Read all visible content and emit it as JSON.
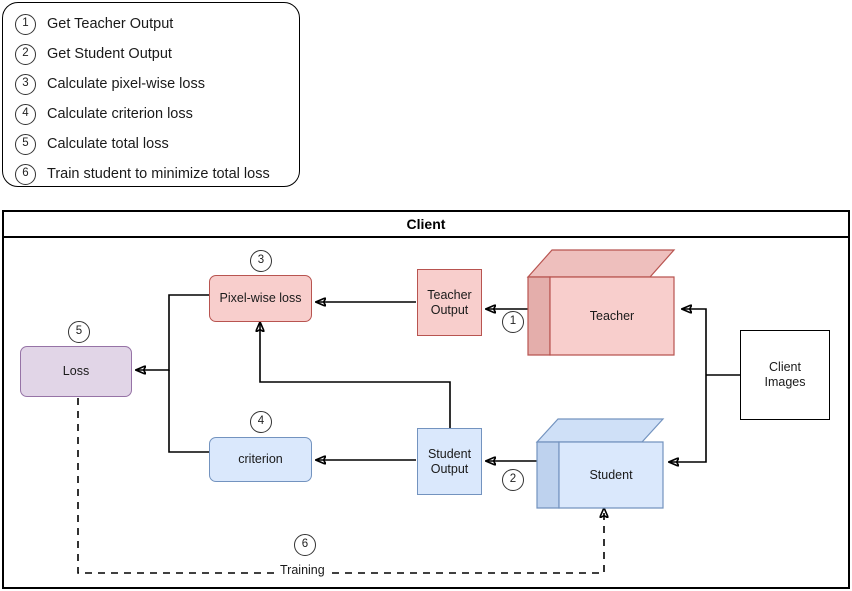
{
  "legend": {
    "items": [
      {
        "num": "1",
        "label": "Get Teacher Output"
      },
      {
        "num": "2",
        "label": "Get Student Output"
      },
      {
        "num": "3",
        "label": "Calculate pixel-wise loss"
      },
      {
        "num": "4",
        "label": "Calculate criterion loss"
      },
      {
        "num": "5",
        "label": "Calculate total loss"
      },
      {
        "num": "6",
        "label": "Train student to minimize total loss"
      }
    ]
  },
  "client": {
    "title": "Client"
  },
  "nodes": {
    "pixel_wise_loss": "Pixel-wise loss",
    "loss": "Loss",
    "criterion": "criterion",
    "teacher_output": "Teacher\nOutput",
    "teacher_output_line1": "Teacher",
    "teacher_output_line2": "Output",
    "student_output_line1": "Student",
    "student_output_line2": "Output",
    "teacher": "Teacher",
    "student": "Student",
    "client_images_line1": "Client",
    "client_images_line2": "Images",
    "training": "Training"
  },
  "markers": {
    "m1": "1",
    "m2": "2",
    "m3": "3",
    "m4": "4",
    "m5": "5",
    "m6": "6"
  },
  "colors": {
    "teacher_fill": "#f8cecc",
    "teacher_stroke": "#b85450",
    "teacher_side": "#e8b6b3",
    "student_fill": "#dae8fc",
    "student_stroke": "#7393bf",
    "student_side": "#c3d6f0",
    "loss_fill": "#e1d5e7",
    "loss_stroke": "#9673a6",
    "edge": "#000000",
    "background": "#ffffff"
  }
}
